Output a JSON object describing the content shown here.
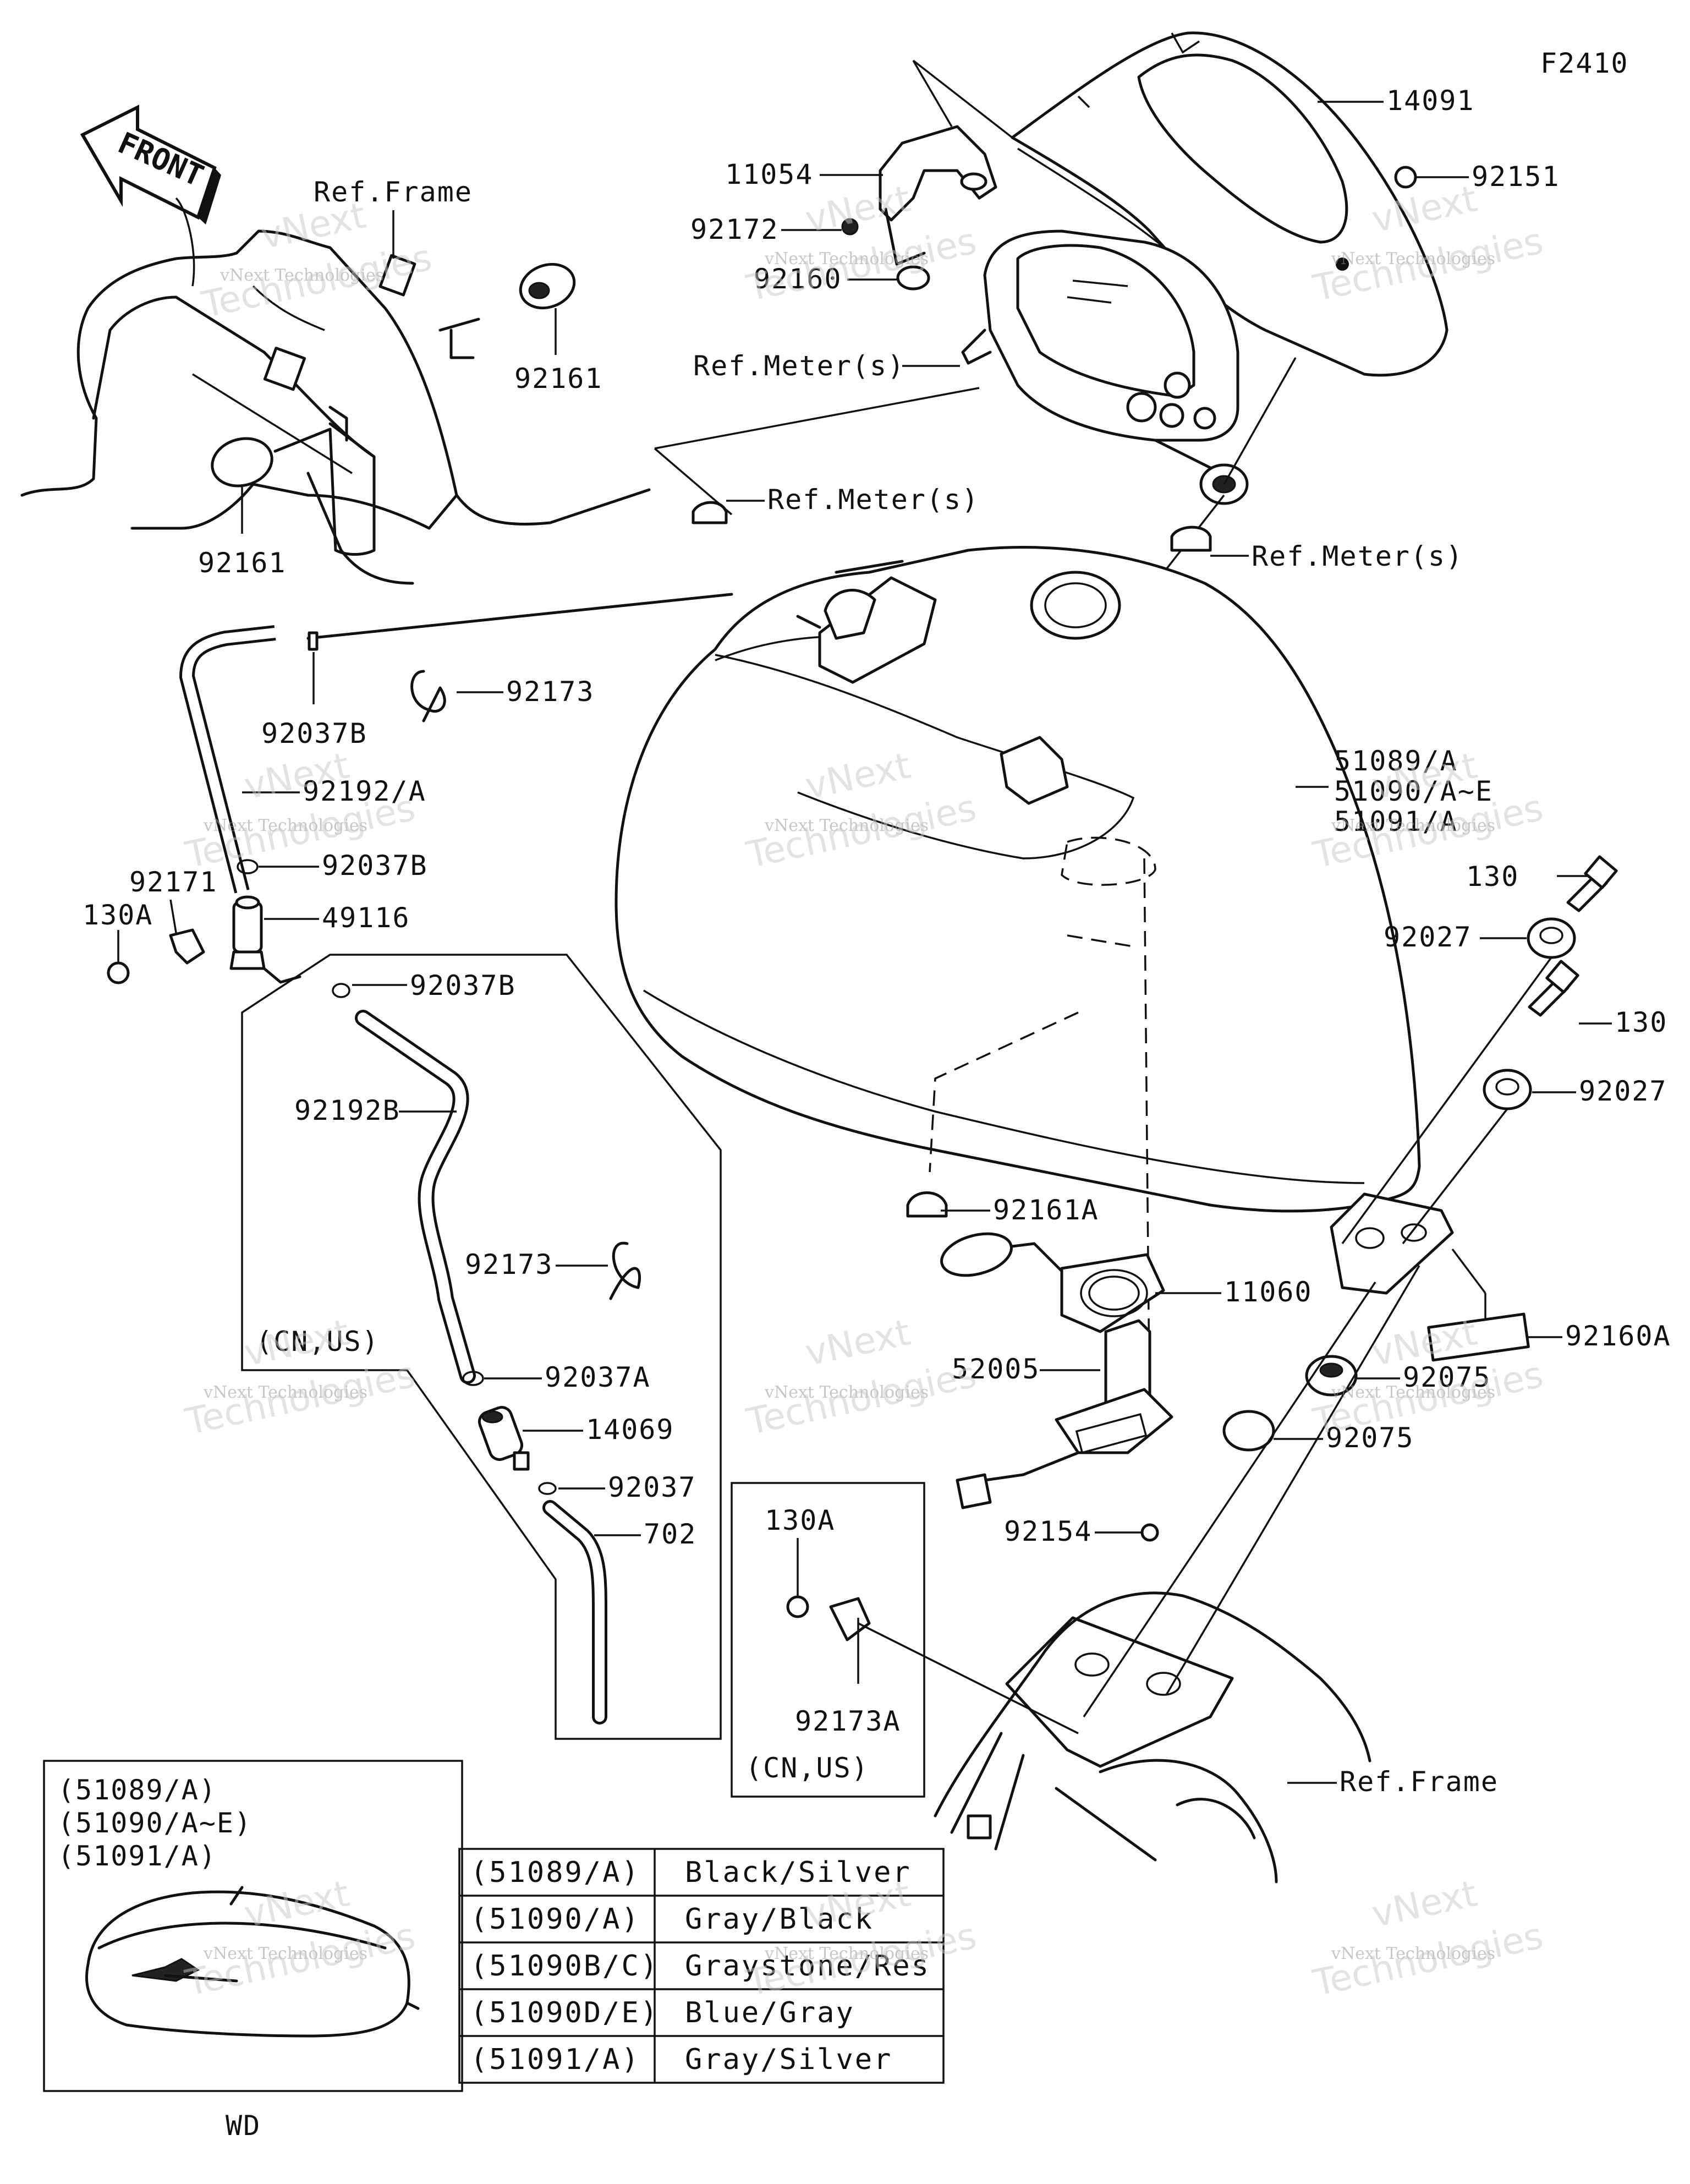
{
  "figure_code": "F2410",
  "front_label": "FRONT",
  "part_labels": {
    "p14091": "14091",
    "p92151": "92151",
    "p11054": "11054",
    "p92172": "92172",
    "p92160": "92160",
    "ref_frame_top": "Ref.Frame",
    "ref_meter_1": "Ref.Meter(s)",
    "ref_meter_2": "Ref.Meter(s)",
    "ref_meter_3": "Ref.Meter(s)",
    "p92161_right": "92161",
    "p92161_left": "92161",
    "p92037B_top": "92037B",
    "p92173_top": "92173",
    "p92192A": "92192/A",
    "p92171": "92171",
    "p130A_left": "130A",
    "p92037B_mid": "92037B",
    "p49116": "49116",
    "p92037B_low": "92037B",
    "p92192B": "92192B",
    "p92173_mid": "92173",
    "cn_us_1": "(CN,US)",
    "p92037A": "92037A",
    "p14069": "14069",
    "p92037": "92037",
    "p702": "702",
    "tank_1": "51089/A",
    "tank_2": "51090/A~E",
    "tank_3": "51091/A",
    "p130_a": "130",
    "p92027_a": "92027",
    "p130_b": "130",
    "p92027_b": "92027",
    "p92161A": "92161A",
    "p11060": "11060",
    "p52005": "52005",
    "p92160A": "92160A",
    "p92075_a": "92075",
    "p92075_b": "92075",
    "p92154": "92154",
    "p130A_box": "130A",
    "p92173A": "92173A",
    "cn_us_2": "(CN,US)",
    "ref_frame_bottom": "Ref.Frame"
  },
  "inset": {
    "lines": [
      "(51089/A)",
      "(51090/A~E)",
      "(51091/A)"
    ],
    "caption": "WD"
  },
  "color_table": [
    {
      "part": "(51089/A)",
      "color": "Black/Silver"
    },
    {
      "part": "(51090/A)",
      "color": "Gray/Black"
    },
    {
      "part": "(51090B/C)",
      "color": "Graystone/Res"
    },
    {
      "part": "(51090D/E)",
      "color": "Blue/Gray"
    },
    {
      "part": "(51091/A)",
      "color": "Gray/Silver"
    }
  ],
  "watermark": {
    "small": "vNext Technologies",
    "big_top": "vNext",
    "big_bottom": "Technologies"
  }
}
